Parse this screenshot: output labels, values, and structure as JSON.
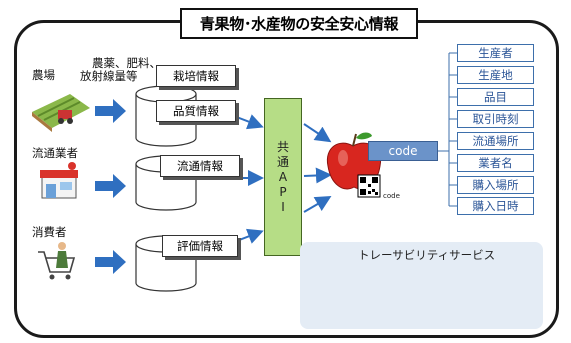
{
  "title": "青果物･水産物の安全安心情報",
  "sources": {
    "farm": "農場",
    "chemicals_line1": "農薬、肥料、",
    "chemicals_line2": "放射線量等",
    "distributor": "流通業者",
    "consumer": "消費者"
  },
  "info_boxes": {
    "cultivation": "栽培情報",
    "quality": "品質情報",
    "distribution": "流通情報",
    "evaluation": "評価情報"
  },
  "api_label": [
    "共",
    "通",
    "A",
    "P",
    "I"
  ],
  "code_box": "code",
  "small_code_label": "code",
  "attributes": [
    "生産者",
    "生産地",
    "品目",
    "取引時刻",
    "流通場所",
    "業者名",
    "購入場所",
    "購入日時"
  ],
  "service_title": "トレーサビリティサービス",
  "colors": {
    "arrow_blue": "#2f6fc0",
    "api_green": "#b6dd86",
    "code_blue": "#6b93c9",
    "attr_border": "#3d6fab",
    "service_bg": "#e4ecf5"
  }
}
